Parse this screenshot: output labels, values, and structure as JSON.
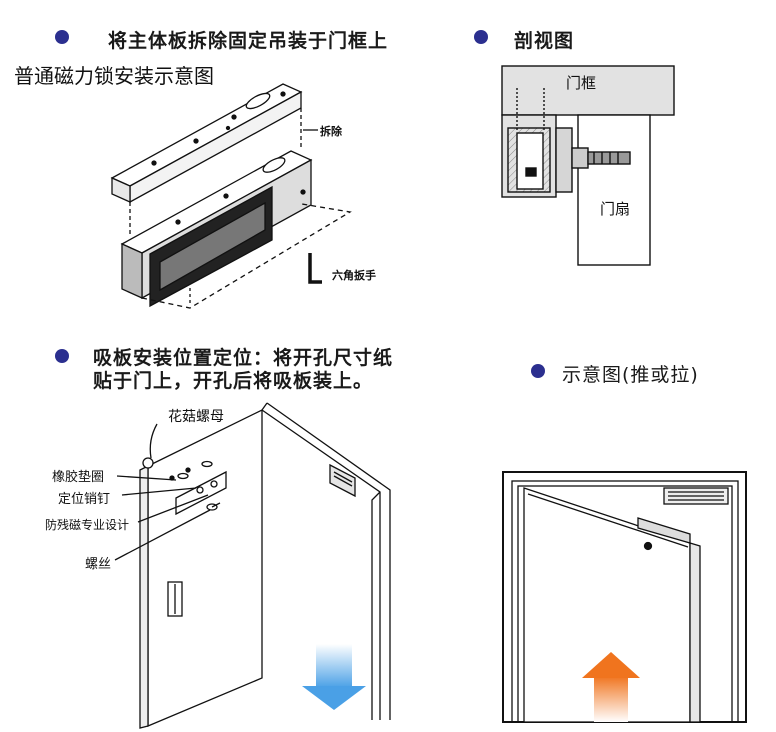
{
  "headings": {
    "remove_plate": "将主体板拆除固定吊装于门框上",
    "cross_section": "剖视图",
    "install_diagram": "普通磁力锁安装示意图",
    "plate_line1": "吸板安装位置定位：将开孔尺寸纸",
    "plate_line2": "贴于门上，开孔后将吸板装上。",
    "push_pull": "示意图(推或拉)"
  },
  "labels": {
    "remove": "拆除",
    "hex_wrench": "六角扳手",
    "door_frame": "门框",
    "door_leaf": "门扇",
    "mushroom_nut": "花菇螺母",
    "rubber_washer": "橡胶垫圈",
    "locating_pin": "定位销钉",
    "anti_residual": "防残磁专业设计",
    "screw": "螺丝"
  },
  "colors": {
    "bullet": "#2b2f8f",
    "arrow_down": "#5aa8e8",
    "arrow_up": "#f07a2a",
    "cross_section_fill": "#e2e2e2"
  }
}
